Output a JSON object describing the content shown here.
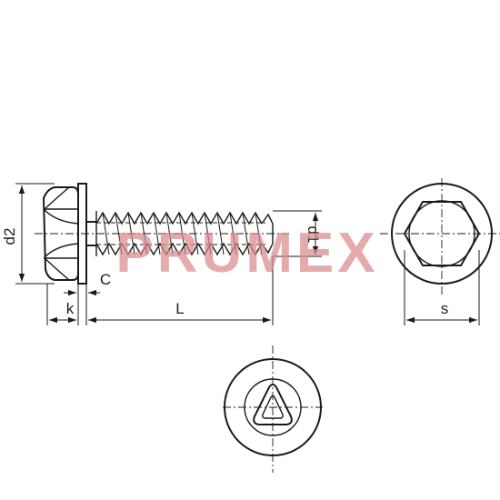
{
  "watermark": {
    "text": "PRUMEX",
    "color": "#d98a8e"
  },
  "dimensions": {
    "d2": "d2",
    "k": "k",
    "c": "C",
    "l": "L",
    "d1": "d1",
    "s": "s"
  },
  "colors": {
    "line": "#1a1a1a",
    "background": "#ffffff"
  }
}
